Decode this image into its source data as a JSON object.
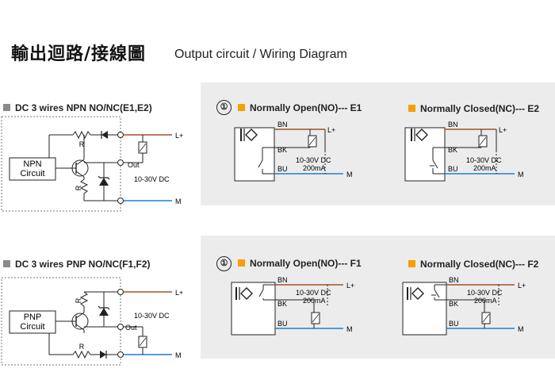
{
  "title": {
    "zh": "輸出迴路/接線圖",
    "en": "Output circuit / Wiring Diagram"
  },
  "colors": {
    "brown": "#a0522d",
    "blue": "#1e7fd0",
    "marker_orange": "#f5a000",
    "marker_gray": "#8a8a8a",
    "panel_bg": "#ececec"
  },
  "npn": {
    "heading": "DC 3 wires NPN NO/NC(E1,E2)",
    "circuit_label_line1": "NPN",
    "circuit_label_line2": "Circuit",
    "r_top": "R",
    "r_side": "R",
    "out_label": "Out",
    "supply": "10-30V DC",
    "lplus": "L+",
    "m": "M",
    "no": {
      "index": "①",
      "caption": "Normally Open(NO)--- E1",
      "bn": "BN",
      "bk": "BK",
      "bu": "BU",
      "supply": "10-30V DC",
      "current": "200mA",
      "lplus": "L+",
      "m": "M"
    },
    "nc": {
      "caption": "Normally Closed(NC)--- E2",
      "bn": "BN",
      "bk": "BK",
      "bu": "BU",
      "supply": "10-30V DC",
      "current": "200mA",
      "lplus": "L+",
      "m": "M"
    }
  },
  "pnp": {
    "heading": "DC 3 wires PNP NO/NC(F1,F2)",
    "circuit_label_line1": "PNP",
    "circuit_label_line2": "Circuit",
    "r_top": "R",
    "r_bottom": "R",
    "out_label": "Out",
    "supply": "10-30V DC",
    "lplus": "L+",
    "m": "M",
    "no": {
      "index": "①",
      "caption": "Normally Open(NO)--- F1",
      "bn": "BN",
      "bk": "BK",
      "bu": "BU",
      "supply": "10-30V DC",
      "current": "200mA",
      "lplus": "L+",
      "m": "M"
    },
    "nc": {
      "caption": "Normally Closed(NC)--- F2",
      "bn": "BN",
      "bk": "BK",
      "bu": "BU",
      "supply": "10-30V DC",
      "current": "200mA",
      "lplus": "L+",
      "m": "M"
    }
  }
}
